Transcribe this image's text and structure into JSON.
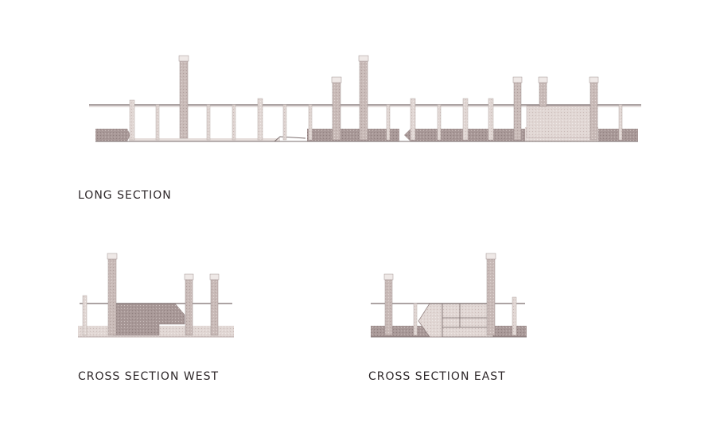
{
  "captions": {
    "long_section": "LONG SECTION",
    "cross_section_west": "CROSS SECTION WEST",
    "cross_section_east": "CROSS SECTION EAST"
  },
  "palette": {
    "background": "#ffffff",
    "masonry_light": "#e4dcd9",
    "masonry_mid": "#d2c6c3",
    "masonry_dark": "#b4a5a3",
    "line": "#7a6c6c",
    "caption_text": "#2c2628"
  }
}
